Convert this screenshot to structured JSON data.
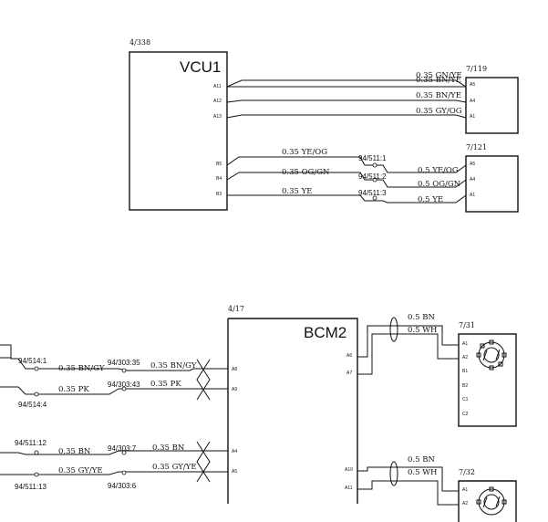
{
  "vcu1": {
    "ref": "4/338",
    "title": "VCU1",
    "pins": [
      "A11",
      "A12",
      "A13",
      "B5",
      "B4",
      "B3"
    ]
  },
  "c7_119": {
    "ref": "7/119",
    "pins": [
      "A5",
      "A4",
      "A1"
    ]
  },
  "c7_121": {
    "ref": "7/121",
    "pins": [
      "A5",
      "A4",
      "A1"
    ]
  },
  "bcm2": {
    "ref": "4/17",
    "title": "BCM2",
    "pins": [
      "A8",
      "A9",
      "A4",
      "A5",
      "A6",
      "A7",
      "A10",
      "A11"
    ]
  },
  "c7_31": {
    "ref": "7/31",
    "pins": [
      "A1",
      "A2",
      "B1",
      "B2",
      "C1",
      "C2"
    ]
  },
  "c7_32": {
    "ref": "7/32",
    "pins": [
      "A1",
      "A2"
    ]
  },
  "wires_top": {
    "w1": "0.35 GN/YE",
    "w1_overlap": "0.35 BN/YE",
    "w2": "0.35 BN/YE",
    "w3": "0.35 GY/OG",
    "w4_left": "0.35 YE/OG",
    "w4_right": "0.5 YE/OG",
    "w5_left": "0.35 OG/GN",
    "w5_right": "0.5 OG/GN",
    "w6_left": "0.35 YE",
    "w6_right": "0.5 YE"
  },
  "splices_top": {
    "s1": "94/511:1",
    "s2": "94/511:2",
    "s3": "94/511:3"
  },
  "wires_bcm": {
    "a8_left": "0.35 BN/GY",
    "a8_right": "0.35 BN/GY",
    "a9_left": "0.35 PK",
    "a9_right": "0.35 PK",
    "a4_left": "0.35 BN",
    "a4_right": "0.35 BN",
    "a5_left": "0.35 GY/YE",
    "a5_right": "0.35 GY/YE",
    "a6": "0.5 BN",
    "a7": "0.5 WH",
    "a10": "0.5 BN",
    "a11": "0.5 WH"
  },
  "splices_bcm": {
    "s514_1": "94/514:1",
    "s514_4": "94/514:4",
    "s303_35": "94/303:35",
    "s303_43": "94/303:43",
    "s511_12": "94/511:12",
    "s511_13": "94/511:13",
    "s303_7": "94/303:7",
    "s303_6": "94/303:6"
  }
}
